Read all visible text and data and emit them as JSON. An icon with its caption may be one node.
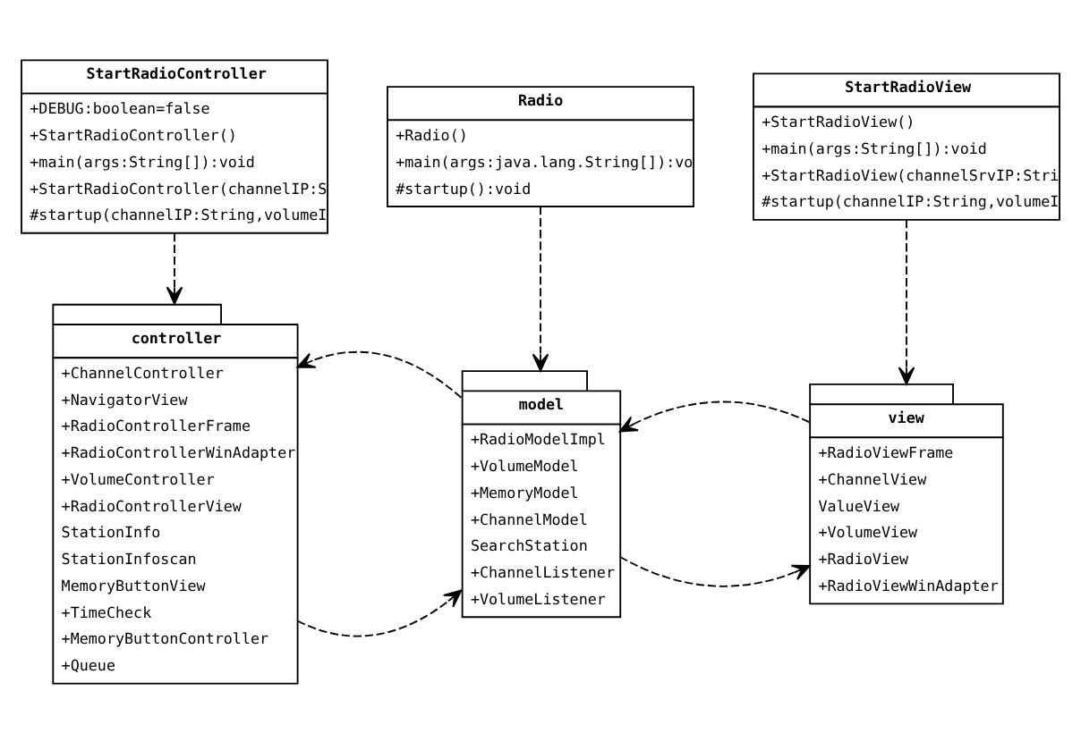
{
  "diagram": {
    "nodes": [
      {
        "text": [
          "StartRadioController",
          "+DEBUG:boolean=false",
          "+StartRadioController()",
          "+main(args:String[]):void",
          "+StartRadioController(channelIP:S",
          "#startup(channelIP:String,volumeI"
        ]
      },
      {
        "text": [
          "Radio",
          "+Radio()",
          "+main(args:java.lang.String[]):vo",
          "#startup():void"
        ]
      },
      {
        "text": [
          "StartRadioView",
          "+StartRadioView()",
          "+main(args:String[]):void",
          "+StartRadioView(channelSrvIP:Stri",
          "#startup(channelIP:String,volumeI"
        ]
      },
      {
        "text": [
          "controller",
          "+ChannelController",
          "+NavigatorView",
          "+RadioControllerFrame",
          "+RadioControllerWinAdapter",
          "+VolumeController",
          "+RadioControllerView",
          "StationInfo",
          "StationInfoscan",
          "MemoryButtonView",
          "+TimeCheck",
          "+MemoryButtonController",
          "+Queue"
        ]
      },
      {
        "text": [
          "model",
          "+RadioModelImpl",
          "+VolumeModel",
          "+MemoryModel",
          "+ChannelModel",
          "SearchStation",
          "+ChannelListener",
          "+VolumeListener"
        ]
      },
      {
        "text": [
          "view",
          "+RadioViewFrame",
          "+ChannelView",
          "ValueView",
          "+VolumeView",
          "+RadioView",
          "+RadioViewWinAdapter"
        ]
      }
    ],
    "edges": [
      {
        "from": 0,
        "to": 3,
        "arrow": "to",
        "style": "dashed"
      },
      {
        "from": 1,
        "to": 4,
        "arrow": "to",
        "style": "dashed"
      },
      {
        "from": 2,
        "to": 5,
        "arrow": "to",
        "style": "dashed"
      },
      {
        "from": 3,
        "to": 4,
        "arrow": "to",
        "style": "dashed"
      },
      {
        "from": 4,
        "to": 3,
        "arrow": "to",
        "style": "dashed"
      },
      {
        "from": 4,
        "to": 5,
        "arrow": "to",
        "style": "dashed"
      },
      {
        "from": 5,
        "to": 4,
        "arrow": "to",
        "style": "dashed"
      }
    ]
  }
}
